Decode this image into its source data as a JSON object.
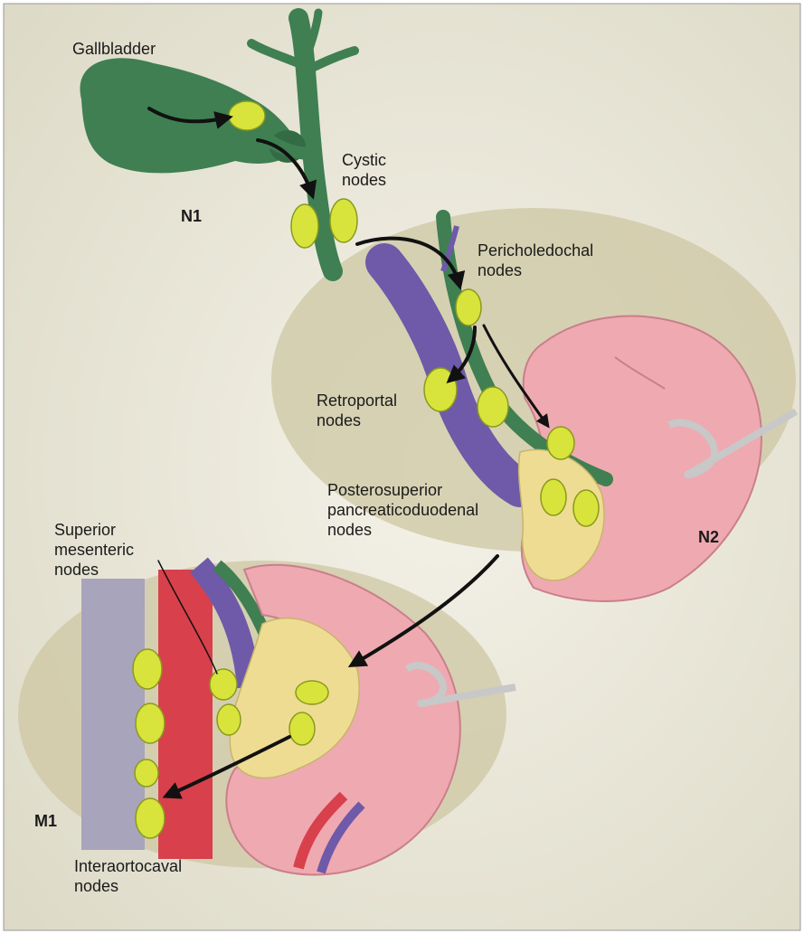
{
  "labels": {
    "gallbladder": "Gallbladder",
    "cystic_nodes": "Cystic\nnodes",
    "n1": "N1",
    "pericholedochal_nodes": "Pericholedochal\nnodes",
    "retroportal_nodes": "Retroportal\nnodes",
    "posterosuperior_nodes": "Posterosuperior\npancreaticoduodenal\nnodes",
    "n2": "N2",
    "superior_mesenteric_nodes": "Superior\nmesenteric\nnodes",
    "m1": "M1",
    "interaortocaval_nodes": "Interaortocaval\nnodes"
  },
  "colors": {
    "background": "#e8e6d8",
    "shadow": "#cdc7a3",
    "biliary_green": "#3f7f52",
    "portal_purple": "#6e5aa8",
    "aorta_red": "#d8404c",
    "ivc_grey": "#a8a4bc",
    "node_yellow": "#d8e43c",
    "duodenum_pink": "#efa9b1",
    "pancreas_yellow": "#efdc93",
    "retractor_grey": "#c8c8c8"
  }
}
